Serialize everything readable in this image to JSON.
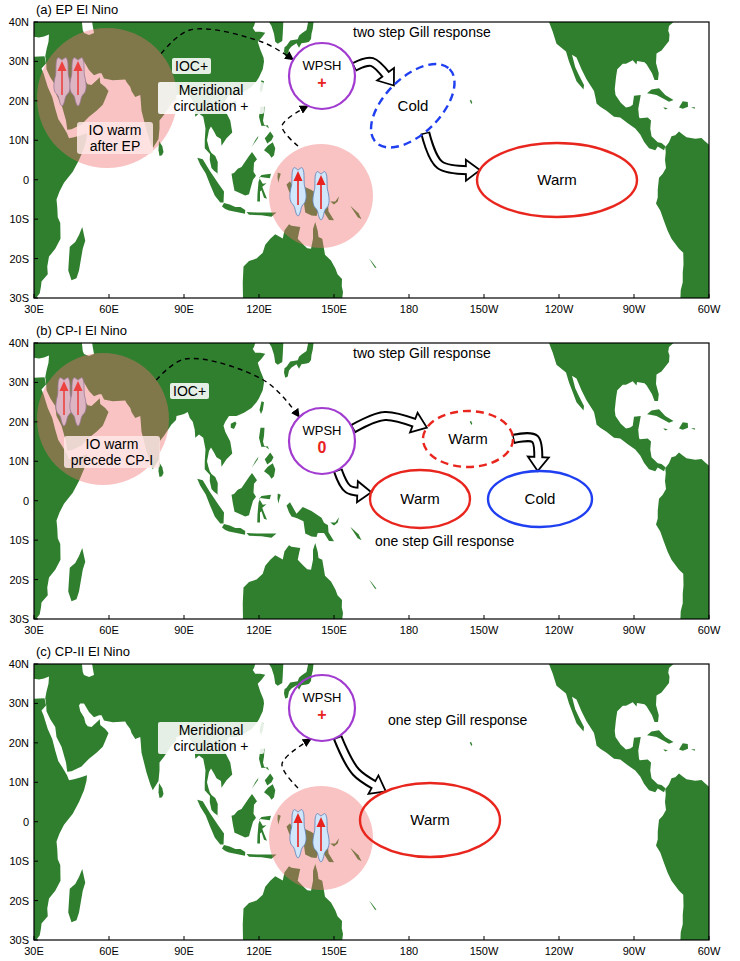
{
  "diagram": {
    "nodes": [
      {
        "text": [
          "IO warm after EP"
        ]
      },
      {
        "text": [
          "WPSH",
          "+"
        ]
      },
      {
        "text": [
          "Cold"
        ]
      },
      {
        "text": [
          "Warm"
        ]
      },
      {
        "text": [
          "IO warm precede CP-I"
        ]
      },
      {
        "text": [
          "WPSH",
          "0"
        ]
      },
      {
        "text": [
          "Warm"
        ]
      },
      {
        "text": [
          "Warm"
        ]
      },
      {
        "text": [
          "Cold"
        ]
      },
      {
        "text": [
          "WPSH",
          "+"
        ]
      },
      {
        "text": [
          "Warm"
        ]
      }
    ],
    "edges": [
      {
        "from": 0,
        "to": 1,
        "arrow": "to",
        "label": "IOC+"
      },
      {
        "from": 1,
        "to": 2,
        "arrow": "to"
      },
      {
        "from": 2,
        "to": 3,
        "arrow": "to"
      },
      {
        "from": 4,
        "to": 5,
        "arrow": "to",
        "label": "IOC+"
      },
      {
        "from": 5,
        "to": 6,
        "arrow": "to"
      },
      {
        "from": 6,
        "to": 8,
        "arrow": "to"
      },
      {
        "from": 5,
        "to": 7,
        "arrow": "to"
      },
      {
        "from": 9,
        "to": 10,
        "arrow": "to"
      }
    ],
    "labels": [
      "(a) EP El Nino",
      "40N",
      "30N",
      "20N",
      "10N",
      "0",
      "10S",
      "20S",
      "30S",
      "30E",
      "60E",
      "90E",
      "120E",
      "150E",
      "180",
      "150W",
      "120W",
      "90W",
      "60W",
      "two step Gill response",
      "Meridional circulation +",
      "(b) CP-I El Nino",
      "40N",
      "30N",
      "20N",
      "10N",
      "0",
      "10S",
      "20S",
      "30S",
      "30E",
      "60E",
      "90E",
      "120E",
      "150E",
      "180",
      "150W",
      "120W",
      "90W",
      "60W",
      "two step Gill response",
      "one step Gill response",
      "(c) CP-II El Nino",
      "40N",
      "30N",
      "20N",
      "10N",
      "0",
      "10S",
      "20S",
      "30S",
      "30E",
      "60E",
      "90E",
      "120E",
      "150E",
      "180",
      "150W",
      "120W",
      "90W",
      "60W",
      "Meridional circulation +",
      "one step Gill response"
    ]
  }
}
